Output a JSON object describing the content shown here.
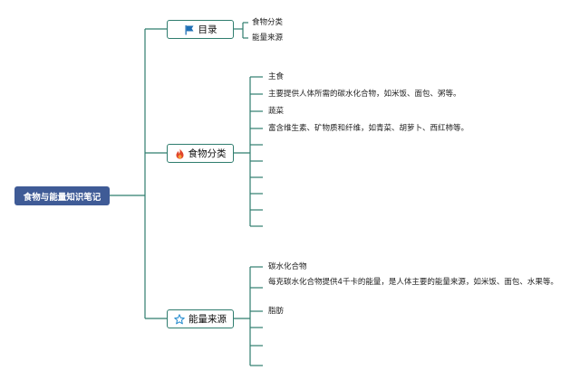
{
  "root": {
    "label": "食物与能量知识笔记"
  },
  "branches": [
    {
      "label": "目录",
      "icon": "flag-icon",
      "color": "#1f6fb5",
      "leaves": [
        "食物分类",
        "能量来源"
      ]
    },
    {
      "label": "食物分类",
      "icon": "fire-icon",
      "color": "#e0452b",
      "leaves": [
        "主食",
        "主要提供人体所需的碳水化合物，如米饭、面包、粥等。",
        "蔬菜",
        "富含维生素、矿物质和纤维，如青菜、胡萝卜、西红柿等。",
        "",
        "",
        "",
        "",
        "",
        ""
      ]
    },
    {
      "label": "能量来源",
      "icon": "star-icon",
      "color": "#2a8fd0",
      "leaves": [
        "碳水化合物",
        "每克碳水化合物提供4千卡的能量，是人体主要的能量来源，如米饭、面包、水果等。",
        "脂肪",
        "",
        "",
        ""
      ]
    }
  ],
  "colors": {
    "line": "#2f7d6e",
    "root_bg": "#3f5b96"
  }
}
